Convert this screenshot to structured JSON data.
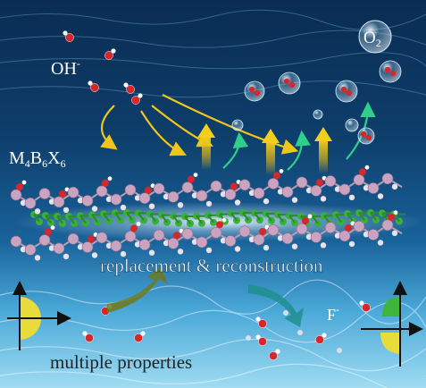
{
  "labels": {
    "hydroxide": "OH",
    "hydroxide_sup": "-",
    "oxygen_main": "O",
    "oxygen_sub": "2",
    "material_parts": [
      "M",
      "4",
      "B",
      "6",
      "X",
      "6"
    ],
    "process": "replacement & reconstruction",
    "fluoride": "F",
    "fluoride_sup": "-",
    "footer": "multiple properties"
  },
  "colors": {
    "water_top": "#0a2c52",
    "water_mid": "#0f4d7f",
    "water_low": "#4aa8d8",
    "floor": "#8fd3ee",
    "graphene": "#38b03a",
    "metal_atom": "#c9a3bf",
    "boron_atom": "#e9e2ea",
    "oxygen_atom": "#d8262a",
    "hydrogen_atom": "#ffffff",
    "yellow_arrow": "#f0c61a",
    "green_arrow": "#2ecf8a",
    "lobe_yellow": "#e7dc3a",
    "lobe_green": "#3fb53a",
    "curve_arrow": "#6e7a1a",
    "curve_arrow_teal": "#1b8f8a"
  }
}
